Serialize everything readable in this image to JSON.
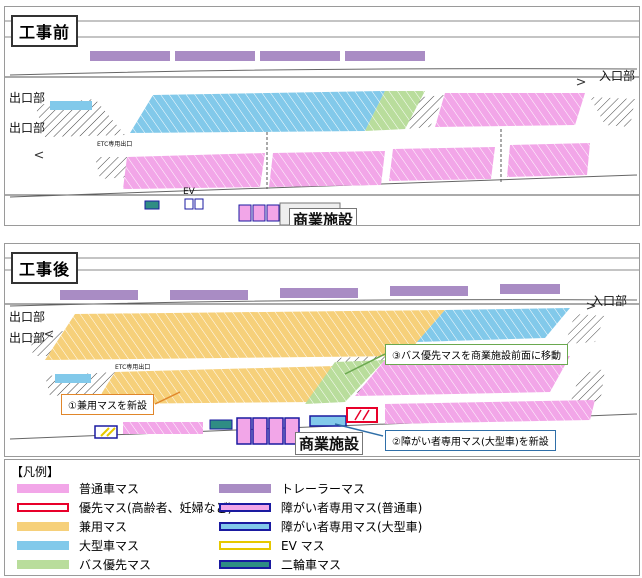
{
  "before": {
    "title": "工事前",
    "exit1": "出口部",
    "exit2": "出口部",
    "entrance": "入口部",
    "facility": "商業施設",
    "etc": "ETC専用出口",
    "ev": "EV"
  },
  "after": {
    "title": "工事後",
    "exit1": "出口部",
    "exit2": "出口部",
    "entrance": "入口部",
    "facility": "商業施設",
    "etc": "ETC専用出口",
    "callout1": "①兼用マスを新設",
    "callout2": "③バス優先マスを商業施設前面に移動",
    "callout3": "②障がい者専用マス(大型車)を新設"
  },
  "legend": {
    "title": "【凡例】",
    "items": [
      {
        "label": "普通車マス",
        "fill": "#f2a6e8",
        "border": "#f2a6e8"
      },
      {
        "label": "優先マス(高齢者、妊婦など)",
        "fill": "#ffffff",
        "border": "#e8002a"
      },
      {
        "label": "兼用マス",
        "fill": "#f6d07a",
        "border": "#f6d07a"
      },
      {
        "label": "大型車マス",
        "fill": "#82c9ea",
        "border": "#82c9ea"
      },
      {
        "label": "バス優先マス",
        "fill": "#b9dd9c",
        "border": "#b9dd9c"
      },
      {
        "label": "トレーラーマス",
        "fill": "#a98cc4",
        "border": "#a98cc4"
      },
      {
        "label": "障がい者専用マス(普通車)",
        "fill": "#f2a6e8",
        "border": "#1a1aa0"
      },
      {
        "label": "障がい者専用マス(大型車)",
        "fill": "#82c9ea",
        "border": "#1a1aa0"
      },
      {
        "label": "EV マス",
        "fill": "#ffffff",
        "border": "#e6c800"
      },
      {
        "label": "二輪車マス",
        "fill": "#2f8d84",
        "border": "#1a1aa0"
      }
    ]
  }
}
